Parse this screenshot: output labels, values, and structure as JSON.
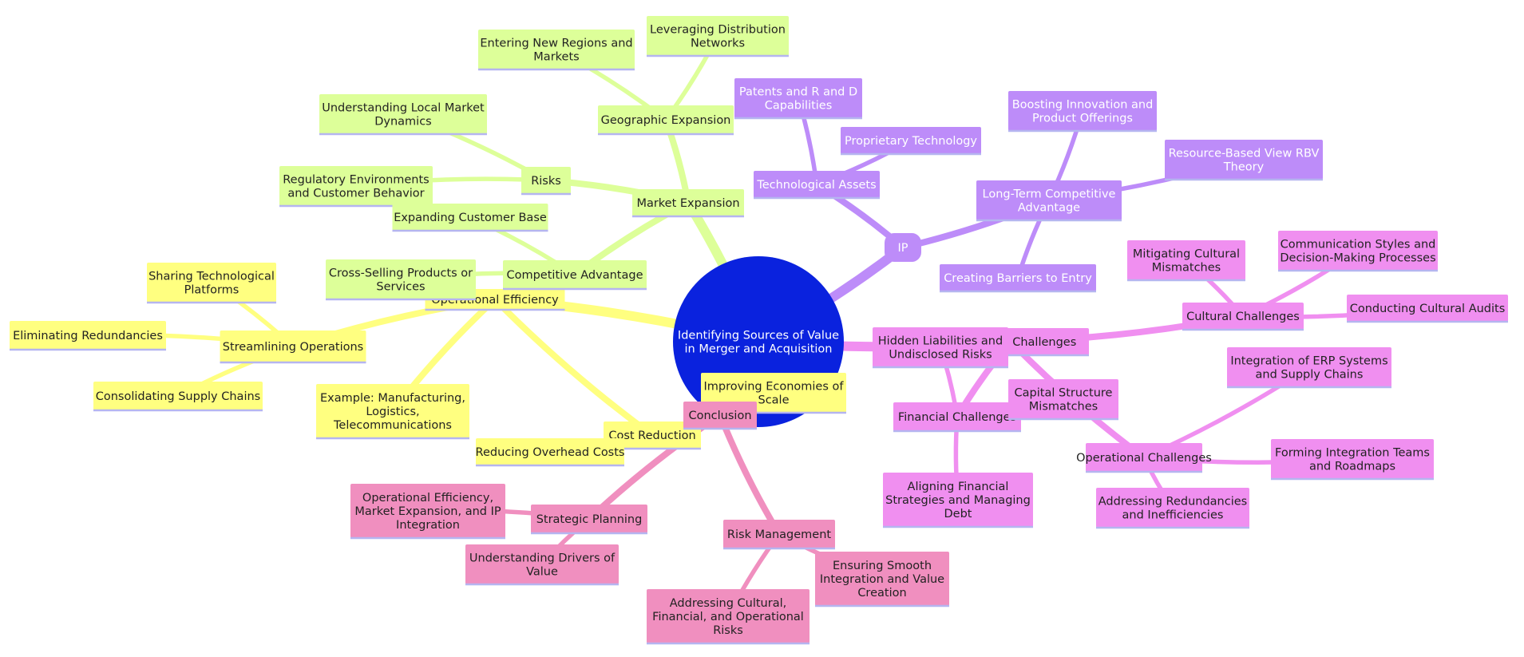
{
  "colors": {
    "root": "#0a22de",
    "root_text": "#ffffff",
    "yellow": "#ffff80",
    "green": "#ddff99",
    "purple": "#bd8cf9",
    "pink": "#f08fbf",
    "magenta": "#f08ff0",
    "dark_text": "#222222",
    "light_text": "#ffffff"
  },
  "diagram": {
    "root": {
      "id": "root",
      "lines": [
        "Identifying Sources of Value",
        "in Merger and Acquisition"
      ]
    },
    "nodes": [
      {
        "id": "opeff",
        "parent": "root",
        "color": "yellow",
        "lines": [
          "Operational Efficiency"
        ]
      },
      {
        "id": "stream",
        "parent": "opeff",
        "color": "yellow",
        "lines": [
          "Streamlining Operations"
        ]
      },
      {
        "id": "sharing",
        "parent": "stream",
        "color": "yellow",
        "lines": [
          "Sharing Technological",
          "Platforms"
        ]
      },
      {
        "id": "elim",
        "parent": "stream",
        "color": "yellow",
        "lines": [
          "Eliminating Redundancies"
        ]
      },
      {
        "id": "consol",
        "parent": "stream",
        "color": "yellow",
        "lines": [
          "Consolidating Supply Chains"
        ]
      },
      {
        "id": "example",
        "parent": "opeff",
        "color": "yellow",
        "lines": [
          "Example: Manufacturing,",
          "Logistics,",
          "Telecommunications"
        ]
      },
      {
        "id": "costred",
        "parent": "opeff",
        "color": "yellow",
        "lines": [
          "Cost Reduction"
        ]
      },
      {
        "id": "overhead",
        "parent": "costred",
        "color": "yellow",
        "lines": [
          "Reducing Overhead Costs"
        ]
      },
      {
        "id": "economies",
        "parent": "costred",
        "color": "yellow",
        "lines": [
          "Improving Economies of",
          "Scale"
        ]
      },
      {
        "id": "market",
        "parent": "root",
        "color": "green",
        "lines": [
          "Market Expansion"
        ]
      },
      {
        "id": "geo",
        "parent": "market",
        "color": "green",
        "lines": [
          "Geographic Expansion"
        ]
      },
      {
        "id": "entering",
        "parent": "geo",
        "color": "green",
        "lines": [
          "Entering New Regions and",
          "Markets"
        ]
      },
      {
        "id": "leveraging",
        "parent": "geo",
        "color": "green",
        "lines": [
          "Leveraging Distribution",
          "Networks"
        ]
      },
      {
        "id": "risks",
        "parent": "market",
        "color": "green",
        "lines": [
          "Risks"
        ]
      },
      {
        "id": "understanding_local",
        "parent": "risks",
        "color": "green",
        "lines": [
          "Understanding Local Market",
          "Dynamics"
        ]
      },
      {
        "id": "regulatory",
        "parent": "risks",
        "color": "green",
        "lines": [
          "Regulatory Environments",
          "and Customer Behavior"
        ]
      },
      {
        "id": "compadv",
        "parent": "market",
        "color": "green",
        "lines": [
          "Competitive Advantage"
        ]
      },
      {
        "id": "expanding",
        "parent": "compadv",
        "color": "green",
        "lines": [
          "Expanding Customer Base"
        ]
      },
      {
        "id": "crossselling",
        "parent": "compadv",
        "color": "green",
        "lines": [
          "Cross-Selling Products or",
          "Services"
        ]
      },
      {
        "id": "ip",
        "parent": "root",
        "color": "purple",
        "lines": [
          "IP"
        ]
      },
      {
        "id": "tech",
        "parent": "ip",
        "color": "purple",
        "lines": [
          "Technological Assets"
        ]
      },
      {
        "id": "patents",
        "parent": "tech",
        "color": "purple",
        "lines": [
          "Patents and R and D",
          "Capabilities"
        ]
      },
      {
        "id": "proprietary",
        "parent": "tech",
        "color": "purple",
        "lines": [
          "Proprietary Technology"
        ]
      },
      {
        "id": "longterm",
        "parent": "ip",
        "color": "purple",
        "lines": [
          "Long-Term Competitive",
          "Advantage"
        ]
      },
      {
        "id": "boosting",
        "parent": "longterm",
        "color": "purple",
        "lines": [
          "Boosting Innovation and",
          "Product Offerings"
        ]
      },
      {
        "id": "rbv",
        "parent": "longterm",
        "color": "purple",
        "lines": [
          "Resource-Based View RBV",
          "Theory"
        ]
      },
      {
        "id": "barriers",
        "parent": "longterm",
        "color": "purple",
        "lines": [
          "Creating Barriers to Entry"
        ]
      },
      {
        "id": "challenges",
        "parent": "root",
        "color": "magenta",
        "lines": [
          "Integration Challenges"
        ]
      },
      {
        "id": "cultural",
        "parent": "challenges",
        "color": "magenta",
        "lines": [
          "Cultural Challenges"
        ]
      },
      {
        "id": "mitigating",
        "parent": "cultural",
        "color": "magenta",
        "lines": [
          "Mitigating Cultural",
          "Mismatches"
        ]
      },
      {
        "id": "communication",
        "parent": "cultural",
        "color": "magenta",
        "lines": [
          "Communication Styles and",
          "Decision-Making Processes"
        ]
      },
      {
        "id": "audits",
        "parent": "cultural",
        "color": "magenta",
        "lines": [
          "Conducting Cultural Audits"
        ]
      },
      {
        "id": "financial",
        "parent": "challenges",
        "color": "magenta",
        "lines": [
          "Financial Challenges"
        ]
      },
      {
        "id": "hidden",
        "parent": "financial",
        "color": "magenta",
        "lines": [
          "Hidden Liabilities and",
          "Undisclosed Risks"
        ]
      },
      {
        "id": "capital",
        "parent": "financial",
        "color": "magenta",
        "lines": [
          "Capital Structure",
          "Mismatches"
        ]
      },
      {
        "id": "aligning",
        "parent": "financial",
        "color": "magenta",
        "lines": [
          "Aligning Financial",
          "Strategies and Managing",
          "Debt"
        ]
      },
      {
        "id": "operational_ch",
        "parent": "challenges",
        "color": "magenta",
        "lines": [
          "Operational Challenges"
        ]
      },
      {
        "id": "erp",
        "parent": "operational_ch",
        "color": "magenta",
        "lines": [
          "Integration of ERP Systems",
          "and Supply Chains"
        ]
      },
      {
        "id": "forming",
        "parent": "operational_ch",
        "color": "magenta",
        "lines": [
          "Forming Integration Teams",
          "and Roadmaps"
        ]
      },
      {
        "id": "addressing_red",
        "parent": "operational_ch",
        "color": "magenta",
        "lines": [
          "Addressing Redundancies",
          "and Inefficiencies"
        ]
      },
      {
        "id": "conclusion",
        "parent": "root",
        "color": "pink",
        "lines": [
          "Conclusion"
        ]
      },
      {
        "id": "strategic",
        "parent": "conclusion",
        "color": "pink",
        "lines": [
          "Strategic Planning"
        ]
      },
      {
        "id": "opexp",
        "parent": "strategic",
        "color": "pink",
        "lines": [
          "Operational Efficiency,",
          "Market Expansion, and IP",
          "Integration"
        ]
      },
      {
        "id": "drivers",
        "parent": "strategic",
        "color": "pink",
        "lines": [
          "Understanding Drivers of",
          "Value"
        ]
      },
      {
        "id": "riskmgmt",
        "parent": "conclusion",
        "color": "pink",
        "lines": [
          "Risk Management"
        ]
      },
      {
        "id": "ensuring",
        "parent": "riskmgmt",
        "color": "pink",
        "lines": [
          "Ensuring Smooth",
          "Integration and Value",
          "Creation"
        ]
      },
      {
        "id": "addressing_cult",
        "parent": "riskmgmt",
        "color": "pink",
        "lines": [
          "Addressing Cultural,",
          "Financial, and Operational",
          "Risks"
        ]
      }
    ]
  }
}
